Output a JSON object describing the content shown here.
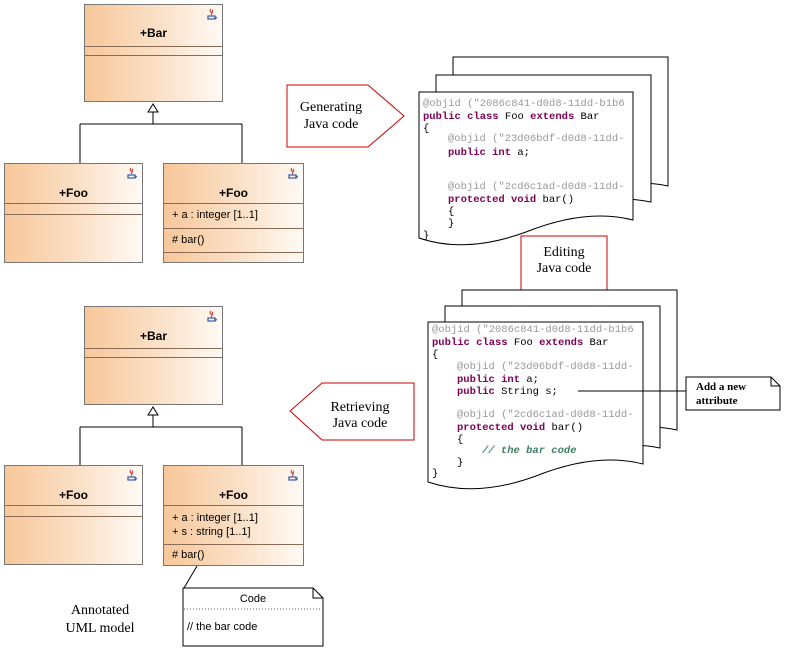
{
  "top_model": {
    "bar_class": {
      "name": "+Bar"
    },
    "foo_left": {
      "name": "+Foo"
    },
    "foo_right": {
      "name": "+Foo",
      "attributes": [
        "+ a : integer [1..1]"
      ],
      "operations": [
        "# bar()"
      ]
    }
  },
  "bottom_model": {
    "bar_class": {
      "name": "+Bar"
    },
    "foo_left": {
      "name": "+Foo"
    },
    "foo_right": {
      "name": "+Foo",
      "attributes": [
        "+ a : integer [1..1]",
        "+ s : string [1..1]"
      ],
      "operations": [
        "# bar()"
      ]
    },
    "code_note": {
      "title": "Code",
      "body": "// the bar code"
    },
    "caption_line1": "Annotated",
    "caption_line2": "UML model"
  },
  "arrows": {
    "generating_line1": "Generating",
    "generating_line2": "Java code",
    "editing_line1": "Editing",
    "editing_line2": "Java code",
    "retrieving_line1": "Retrieving",
    "retrieving_line2": "Java code"
  },
  "code_top": {
    "line1_id": "@objid (\"2086c841-d0d8-11dd-b1b6",
    "line2_kw1": "public class",
    "line2_name": " Foo ",
    "line2_kw2": "extends",
    "line2_super": " Bar",
    "brace_open": "{",
    "attr_id": "@objid (\"23d06bdf-d0d8-11dd-",
    "attr_kw": "public int",
    "attr_name": " a;",
    "op_id": "@objid (\"2cd6c1ad-d0d8-11dd-",
    "op_kw": "protected void",
    "op_name": " bar()",
    "op_brace_open": "{",
    "op_brace_close": "}",
    "brace_close": "}"
  },
  "code_bottom": {
    "line1_id": "@objid (\"2086c841-d0d8-11dd-b1b6",
    "line2_kw1": "public class",
    "line2_name": " Foo ",
    "line2_kw2": "extends",
    "line2_super": " Bar",
    "brace_open": "{",
    "attr_id": "@objid (\"23d06bdf-d0d8-11dd-",
    "attr_kw": "public int",
    "attr_name": " a;",
    "attr2_kw": "public",
    "attr2_name": " String s;",
    "op_id": "@objid (\"2cd6c1ad-d0d8-11dd-",
    "op_kw": "protected void",
    "op_name": " bar()",
    "op_brace_open": "{",
    "op_comment": "// the bar code",
    "op_brace_close": "}",
    "brace_close": "}"
  },
  "annotation_note": {
    "line1": "Add a new",
    "line2": "attribute"
  },
  "colors": {
    "class_fill_start": "#f7c79a",
    "class_fill_end": "#fffaf5",
    "arrow_border": "#cc0000",
    "keyword": "#7f0055",
    "annotation": "#999999",
    "comment": "#3f7f5f"
  }
}
